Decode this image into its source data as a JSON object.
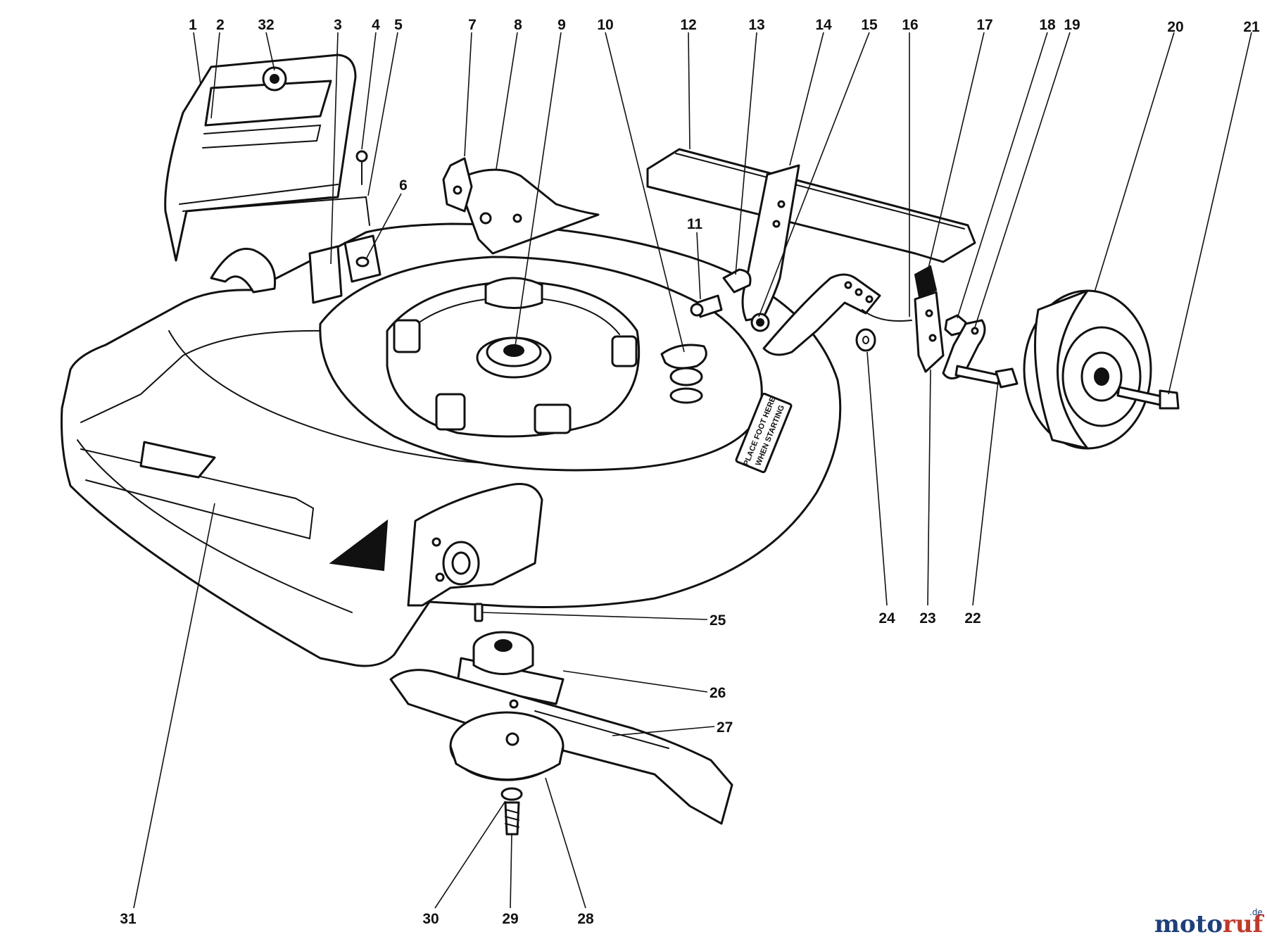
{
  "callouts": [
    {
      "number": "1"
    },
    {
      "number": "2"
    },
    {
      "number": "32"
    },
    {
      "number": "3"
    },
    {
      "number": "4"
    },
    {
      "number": "5"
    },
    {
      "number": "6"
    },
    {
      "number": "7"
    },
    {
      "number": "8"
    },
    {
      "number": "9"
    },
    {
      "number": "10"
    },
    {
      "number": "11"
    },
    {
      "number": "12"
    },
    {
      "number": "13"
    },
    {
      "number": "14"
    },
    {
      "number": "15"
    },
    {
      "number": "16"
    },
    {
      "number": "17"
    },
    {
      "number": "18"
    },
    {
      "number": "19"
    },
    {
      "number": "20"
    },
    {
      "number": "21"
    },
    {
      "number": "22"
    },
    {
      "number": "23"
    },
    {
      "number": "24"
    },
    {
      "number": "25"
    },
    {
      "number": "26"
    },
    {
      "number": "27"
    },
    {
      "number": "28"
    },
    {
      "number": "29"
    },
    {
      "number": "30"
    },
    {
      "number": "31"
    }
  ],
  "decals": {
    "warning_line1": "PLACE FOOT HERE",
    "warning_line2": "WHEN STARTING"
  },
  "watermark": {
    "part1": "moto",
    "part2": "ruf",
    "suffix": ".de"
  }
}
